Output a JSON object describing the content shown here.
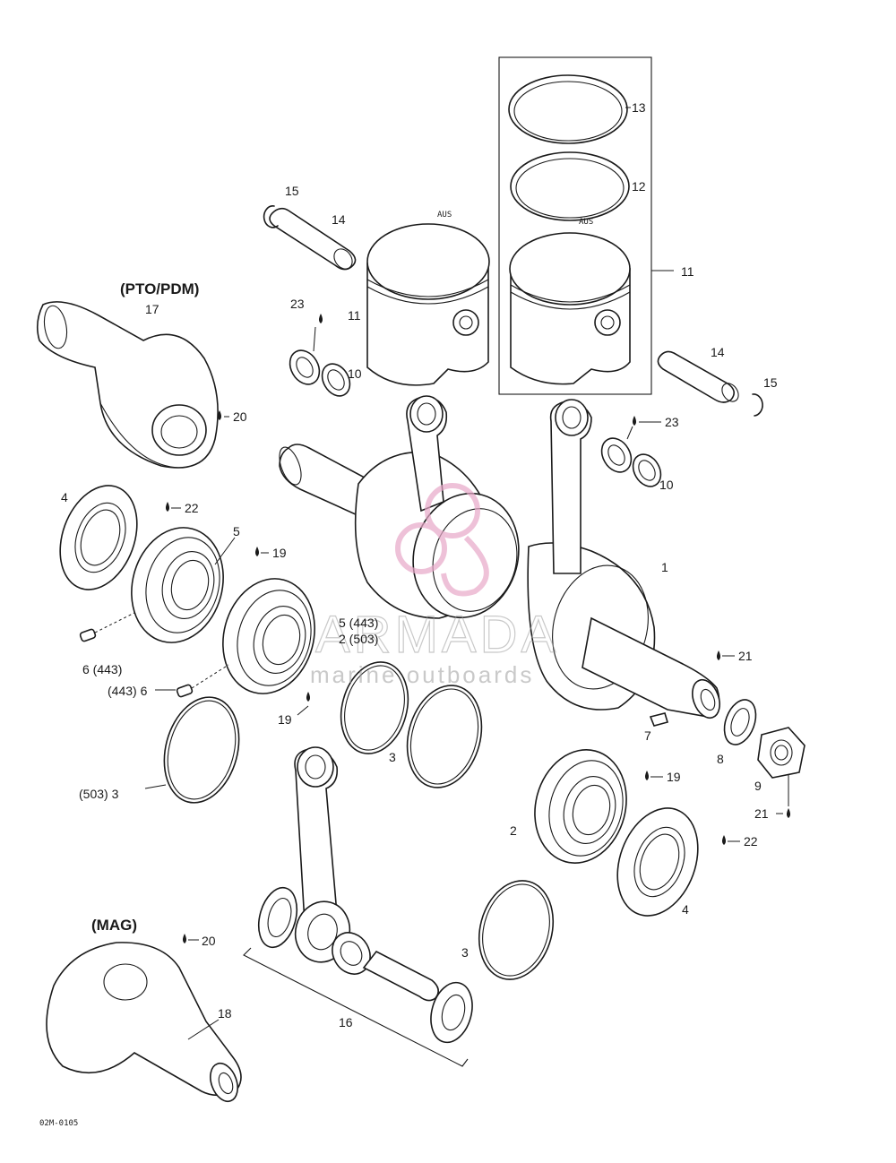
{
  "headers": {
    "pto": "(PTO/PDM)",
    "mag": "(MAG)"
  },
  "callouts": {
    "c1": "1",
    "c2": "2",
    "c2_503": "2 (503)",
    "c3_a": "3",
    "c3_b": "3",
    "c3_503": "(503) 3",
    "c4_a": "4",
    "c4_b": "4",
    "c5": "5",
    "c5_443": "5 (443)",
    "c6_443_a": "6 (443)",
    "c6_443_b": "(443) 6",
    "c7": "7",
    "c8": "8",
    "c9": "9",
    "c10_a": "10",
    "c10_b": "10",
    "c11_a": "11",
    "c11_b": "11",
    "c12": "12",
    "c13": "13",
    "c14_a": "14",
    "c14_b": "14",
    "c15_a": "15",
    "c15_b": "15",
    "c16": "16",
    "c17": "17",
    "c18": "18",
    "c19_a": "19",
    "c19_b": "19",
    "c19_c": "19",
    "c20_a": "20",
    "c20_b": "20",
    "c21_a": "21",
    "c21_b": "21",
    "c22_a": "22",
    "c22_b": "22",
    "c23_a": "23",
    "c23_b": "23"
  },
  "figure_code": "02M-0105",
  "watermark": {
    "brand": "ARMADA",
    "tagline": "marine outboards",
    "color": "#e8a8c8"
  },
  "piston_marking": "AUS"
}
